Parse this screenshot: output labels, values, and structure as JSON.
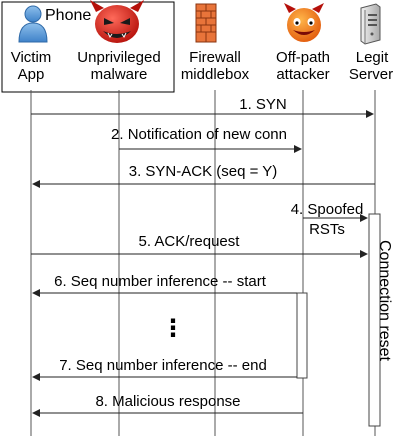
{
  "phone": {
    "label": "Phone",
    "apps": [
      {
        "line1": "Victim",
        "line2": "App",
        "icon": "person-icon"
      },
      {
        "line1": "Unprivileged",
        "line2": "malware",
        "icon": "devil-icon"
      }
    ]
  },
  "nodes": [
    {
      "line1": "Firewall",
      "line2": "middlebox",
      "icon": "firewall-icon"
    },
    {
      "line1": "Off-path",
      "line2": "attacker",
      "icon": "attacker-devil-icon"
    },
    {
      "line1": "Legit",
      "line2": "Server",
      "icon": "server-icon"
    }
  ],
  "messages": [
    {
      "text": "1. SYN",
      "from": "Victim App",
      "to": "Legit Server"
    },
    {
      "text": "2. Notification of new conn",
      "from": "Unprivileged malware",
      "to": "Off-path attacker"
    },
    {
      "text": "3. SYN-ACK (seq = Y)",
      "from": "Legit Server",
      "to": "Victim App"
    },
    {
      "line1": "4. Spoofed",
      "line2": "RSTs",
      "from": "Off-path attacker",
      "to": "Legit Server"
    },
    {
      "text": "5. ACK/request",
      "from": "Victim App",
      "to": "Legit Server"
    },
    {
      "text": "6. Seq number inference -- start",
      "from": "Off-path attacker",
      "to": "Victim App"
    },
    {
      "text": "7. Seq number inference -- end",
      "from": "Off-path attacker",
      "to": "Victim App"
    },
    {
      "text": "8. Malicious response",
      "from": "Off-path attacker",
      "to": "Victim App"
    }
  ],
  "ellipsis": "⋮",
  "connection_reset": "Connection reset"
}
